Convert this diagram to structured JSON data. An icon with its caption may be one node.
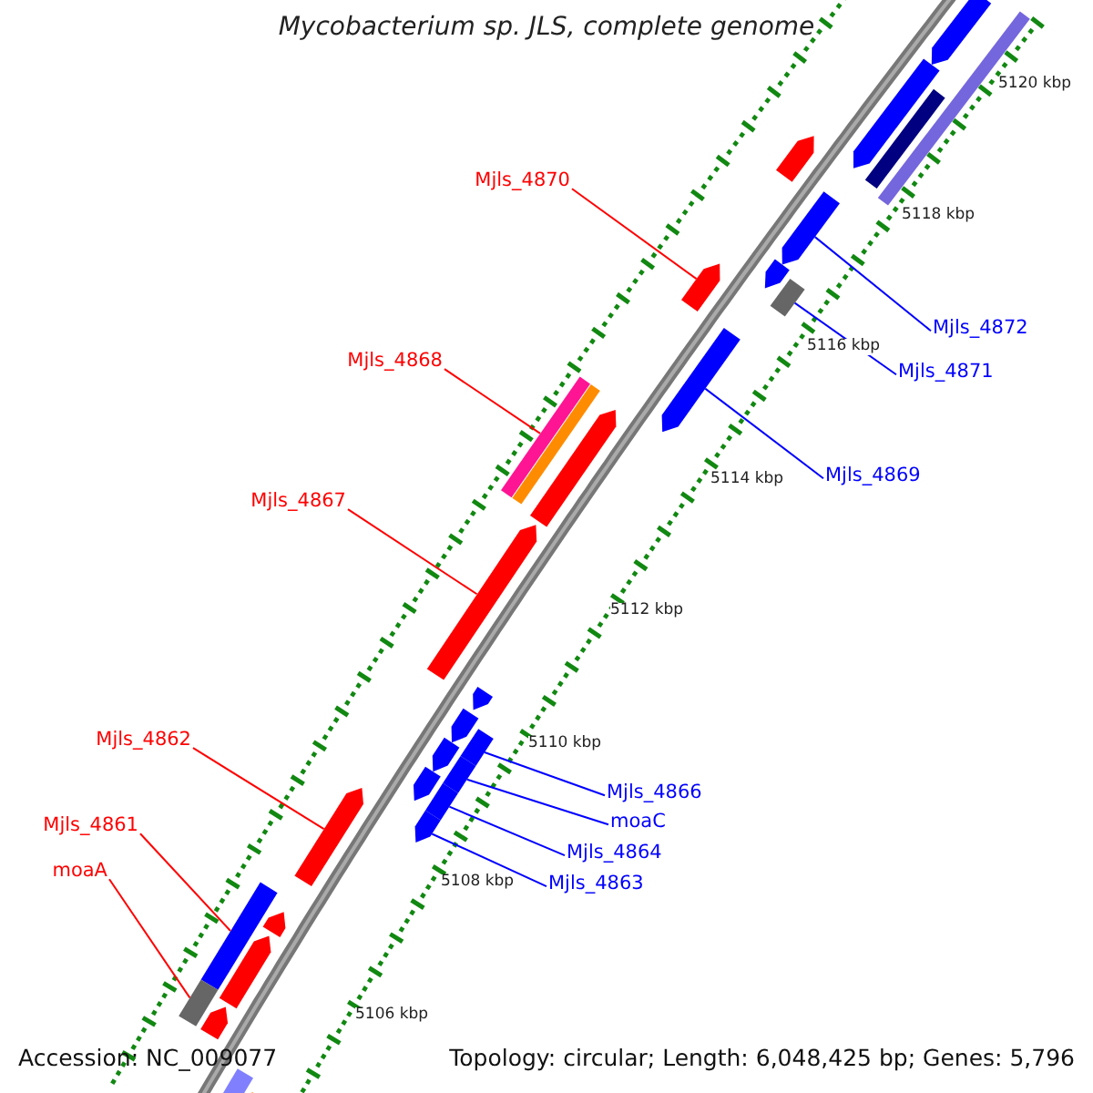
{
  "diagram": {
    "title": "Mycobacterium sp. JLS, complete genome",
    "nodes": [
      {
        "text": [
          "Mjls_4870"
        ]
      },
      {
        "text": [
          "Mjls_4872"
        ]
      },
      {
        "text": [
          "Mjls_4871"
        ]
      },
      {
        "text": [
          "Mjls_4868"
        ]
      },
      {
        "text": [
          "Mjls_4869"
        ]
      },
      {
        "text": [
          "Mjls_4867"
        ]
      },
      {
        "text": [
          "Mjls_4862"
        ]
      },
      {
        "text": [
          "Mjls_4866"
        ]
      },
      {
        "text": [
          "moaC"
        ]
      },
      {
        "text": [
          "Mjls_4861"
        ]
      },
      {
        "text": [
          "Mjls_4864"
        ]
      },
      {
        "text": [
          "moaA"
        ]
      },
      {
        "text": [
          "Mjls_4863"
        ]
      },
      {
        "text": [],
        "shape": "bar"
      },
      {
        "text": [],
        "shape": "bar"
      },
      {
        "text": [],
        "shape": "bar"
      },
      {
        "text": [],
        "shape": "bar"
      },
      {
        "text": [],
        "shape": "bar"
      },
      {
        "text": [],
        "shape": "bar"
      },
      {
        "text": [],
        "shape": "bar"
      },
      {
        "text": [],
        "shape": "bar"
      },
      {
        "text": [],
        "shape": "bar"
      },
      {
        "text": [],
        "shape": "bar"
      },
      {
        "text": [],
        "shape": "bar"
      },
      {
        "text": [],
        "shape": "bar"
      },
      {
        "text": [],
        "shape": "bar"
      },
      {
        "text": [],
        "shape": "bar"
      },
      {
        "text": [],
        "shape": "bar"
      },
      {
        "text": [],
        "shape": "bar"
      },
      {
        "text": [],
        "shape": "bar"
      },
      {
        "text": [],
        "shape": "bar"
      },
      {
        "text": [],
        "shape": "bar"
      },
      {
        "text": [],
        "shape": "bar"
      },
      {
        "text": [],
        "shape": "bar"
      },
      {
        "text": [],
        "shape": "bar"
      },
      {
        "text": [],
        "shape": "bar"
      },
      {
        "text": [],
        "shape": "bar"
      },
      {
        "text": [],
        "shape": "bar"
      },
      {
        "text": [],
        "shape": "bar"
      },
      {
        "text": [],
        "shape": "bar"
      },
      {
        "text": [],
        "shape": "bar"
      },
      {
        "text": [],
        "shape": "bar"
      },
      {
        "text": [],
        "shape": "bar"
      }
    ],
    "edges": [
      {
        "from": 0,
        "to": 13,
        "arrow": "none",
        "color": "#ff0000"
      },
      {
        "from": 1,
        "to": 14,
        "arrow": "none"
      },
      {
        "from": 2,
        "to": 15,
        "arrow": "none"
      },
      {
        "from": 3,
        "to": 16,
        "arrow": "none",
        "color": "#ff0000"
      },
      {
        "from": 4,
        "to": 17,
        "arrow": "none"
      },
      {
        "from": 5,
        "to": 18,
        "arrow": "none",
        "color": "#ff0000"
      },
      {
        "from": 6,
        "to": 19,
        "arrow": "none",
        "color": "#ff0000"
      },
      {
        "from": 7,
        "to": 20,
        "arrow": "none"
      },
      {
        "from": 8,
        "to": 21,
        "arrow": "none"
      },
      {
        "from": 9,
        "to": 22,
        "arrow": "none",
        "color": "#ff0000"
      },
      {
        "from": 10,
        "to": 23,
        "arrow": "none"
      },
      {
        "from": 11,
        "to": 24,
        "arrow": "none",
        "color": "#ff0000"
      },
      {
        "from": 12,
        "to": 25,
        "arrow": "none"
      }
    ],
    "labels": [
      "5120 kbp",
      "5118 kbp",
      "5116 kbp",
      "5114 kbp",
      "5112 kbp",
      "5110 kbp",
      "5108 kbp",
      "5106 kbp",
      "Accession: NC_009077",
      "Topology: circular; Length: 6,048,425 bp; Genes: 5,796"
    ]
  }
}
